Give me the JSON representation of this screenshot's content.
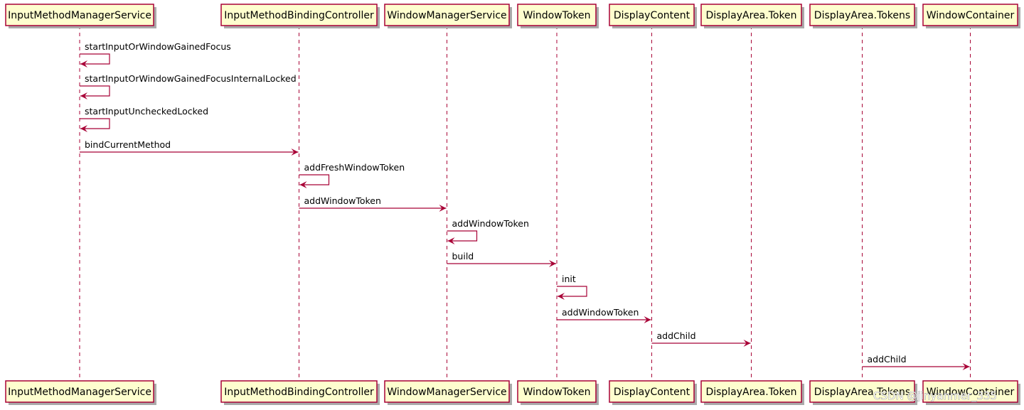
{
  "participants": [
    {
      "id": "imms",
      "label": "InputMethodManagerService"
    },
    {
      "id": "imbc",
      "label": "InputMethodBindingController"
    },
    {
      "id": "wms",
      "label": "WindowManagerService"
    },
    {
      "id": "wt",
      "label": "WindowToken"
    },
    {
      "id": "dc",
      "label": "DisplayContent"
    },
    {
      "id": "dat",
      "label": "DisplayArea.Token"
    },
    {
      "id": "dats",
      "label": "DisplayArea.Tokens"
    },
    {
      "id": "wc",
      "label": "WindowContainer"
    }
  ],
  "messages": [
    {
      "from": "imms",
      "to": "imms",
      "label": "startInputOrWindowGainedFocus"
    },
    {
      "from": "imms",
      "to": "imms",
      "label": "startInputOrWindowGainedFocusInternalLocked"
    },
    {
      "from": "imms",
      "to": "imms",
      "label": "startInputUncheckedLocked"
    },
    {
      "from": "imms",
      "to": "imbc",
      "label": "bindCurrentMethod"
    },
    {
      "from": "imbc",
      "to": "imbc",
      "label": "addFreshWindowToken"
    },
    {
      "from": "imbc",
      "to": "wms",
      "label": "addWindowToken"
    },
    {
      "from": "wms",
      "to": "wms",
      "label": "addWindowToken"
    },
    {
      "from": "wms",
      "to": "wt",
      "label": "build"
    },
    {
      "from": "wt",
      "to": "wt",
      "label": "init"
    },
    {
      "from": "wt",
      "to": "dc",
      "label": "addWindowToken"
    },
    {
      "from": "dc",
      "to": "dat",
      "label": "addChild"
    },
    {
      "from": "dats",
      "to": "wc",
      "label": "addChild"
    }
  ],
  "watermark": "CSDN @jinyanmer_335",
  "colors": {
    "box_fill": "#fefece",
    "box_border": "#a80036",
    "line": "#a80036",
    "shadow": "#aaaaaa"
  }
}
